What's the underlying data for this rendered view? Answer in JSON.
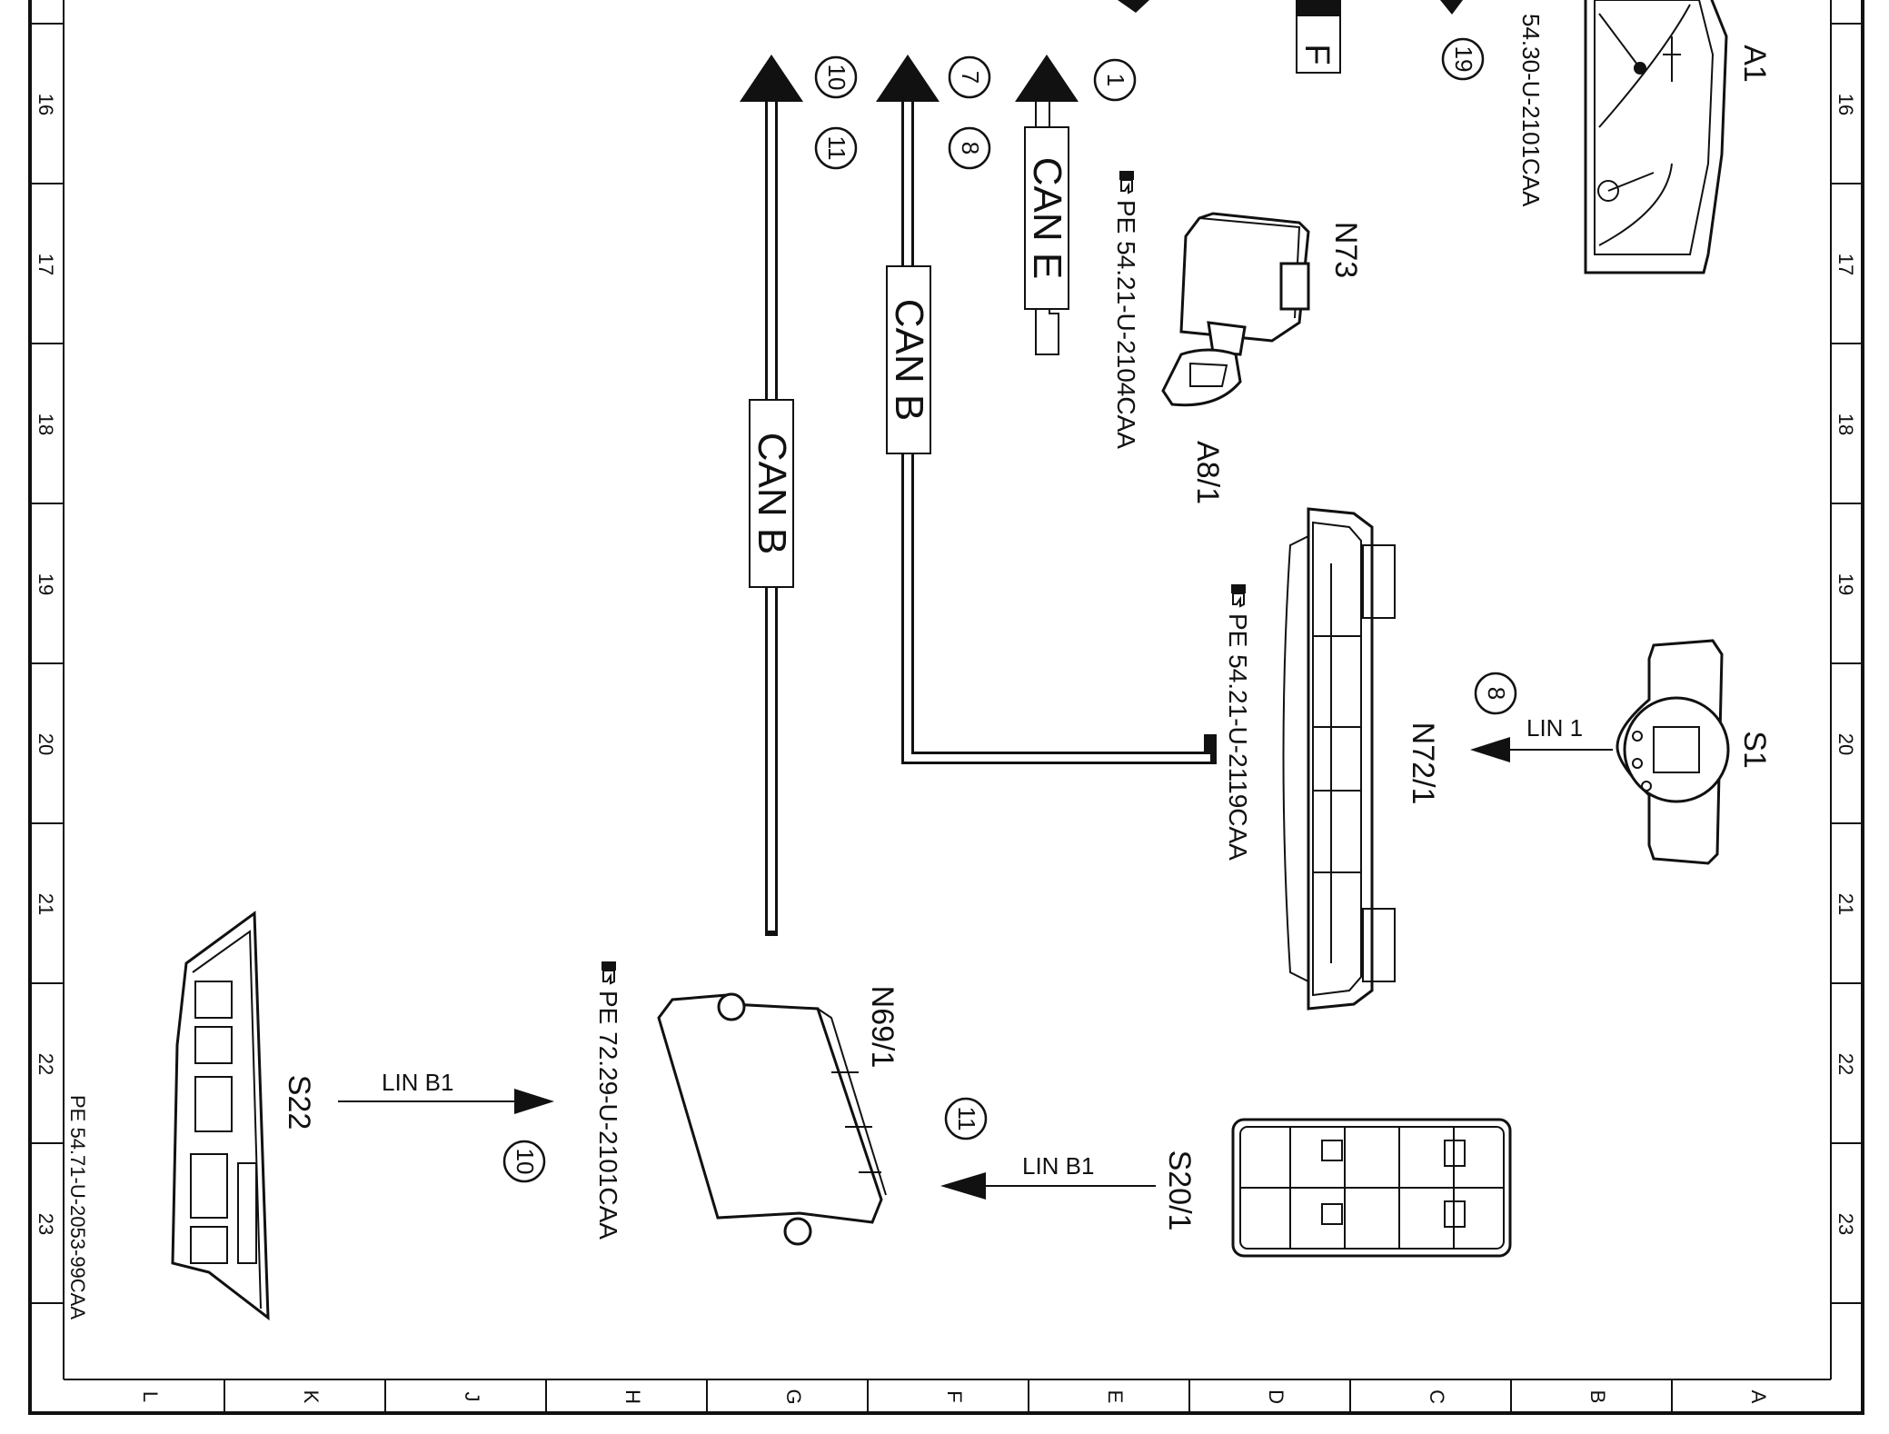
{
  "document_id": "PE 54.71-U-2053-99CAA",
  "grid": {
    "row_numbers": [
      "16",
      "17",
      "18",
      "19",
      "20",
      "21",
      "22",
      "23"
    ],
    "column_letters": [
      "L",
      "K",
      "J",
      "H",
      "G",
      "F",
      "E",
      "D",
      "C",
      "B",
      "A"
    ]
  },
  "top_fragment": "F",
  "buses": {
    "can_e": "CAN E",
    "can_b_left": "CAN B",
    "can_b_right": "CAN B"
  },
  "links": {
    "lin_1": "LIN 1",
    "lin_b1_left": "LIN B1",
    "lin_b1_right": "LIN B1"
  },
  "circled_refs": {
    "r10": "10",
    "r11": "11",
    "r7": "7",
    "r8": "8",
    "r1": "1",
    "r19": "19",
    "r8b": "8",
    "r11b": "11",
    "r10b": "10"
  },
  "components": {
    "a1": {
      "label": "A1",
      "ref": "54.30-U-2101CAA"
    },
    "n73": {
      "label": "N73"
    },
    "a8_1": {
      "label": "A8/1",
      "ref": "PE 54.21-U-2104CAA"
    },
    "n72_1": {
      "label": "N72/1",
      "ref": "PE 54.21-U-2119CAA"
    },
    "s1": {
      "label": "S1"
    },
    "n69_1": {
      "label": "N69/1",
      "ref": "PE 72.29-U-2101CAA"
    },
    "s22": {
      "label": "S22"
    },
    "s20_1": {
      "label": "S20/1"
    }
  }
}
